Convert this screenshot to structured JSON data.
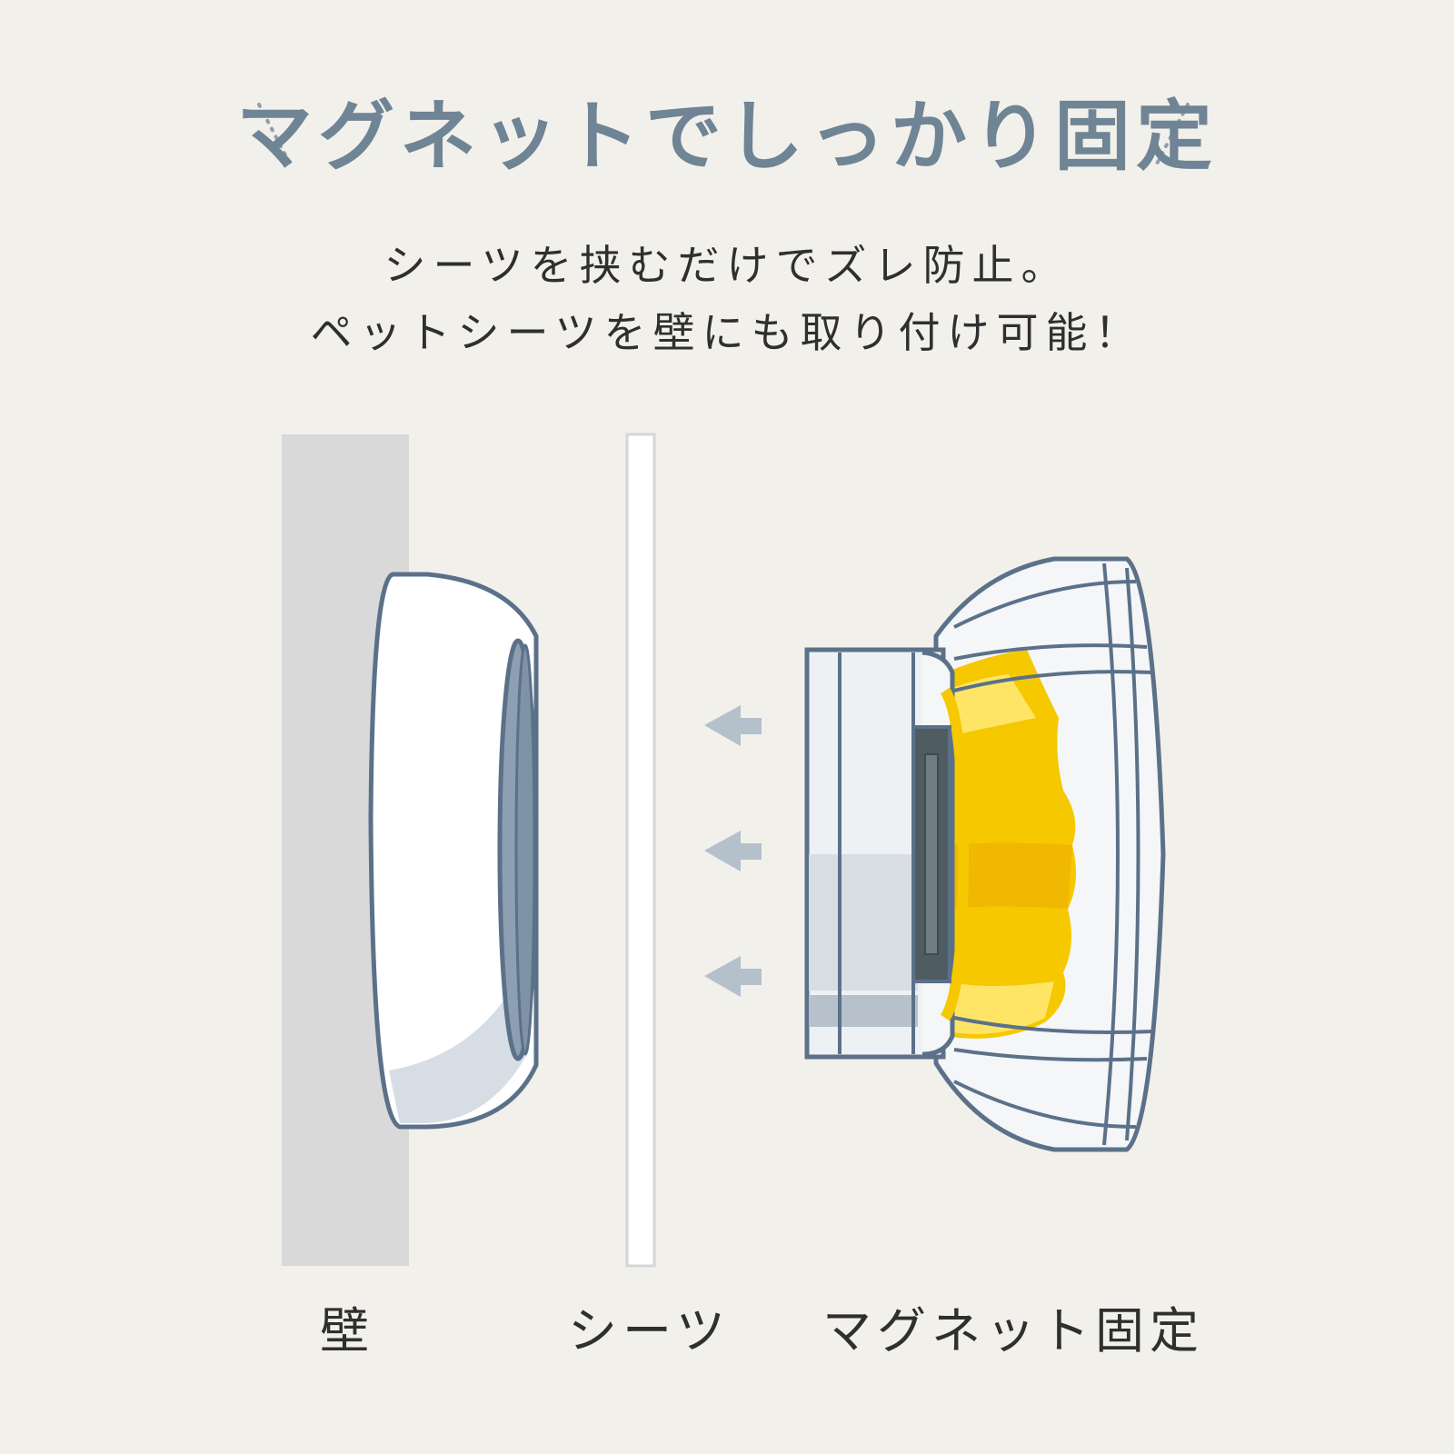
{
  "heading": "マグネットでしっかり固定",
  "subtitle": {
    "line1": "シーツを挟むだけでズレ防止。",
    "line2": "ペットシーツを壁にも取り付け可能！"
  },
  "labels": {
    "wall": "壁",
    "sheet": "シーツ",
    "magnet": "マグネット固定"
  },
  "colors": {
    "background": "#f2f0eb",
    "heading": "#6f8494",
    "outline": "#5b7189",
    "wall": "#d9d9d9",
    "accent_yellow": "#f5c800",
    "arrow": "#b4c0ca"
  }
}
